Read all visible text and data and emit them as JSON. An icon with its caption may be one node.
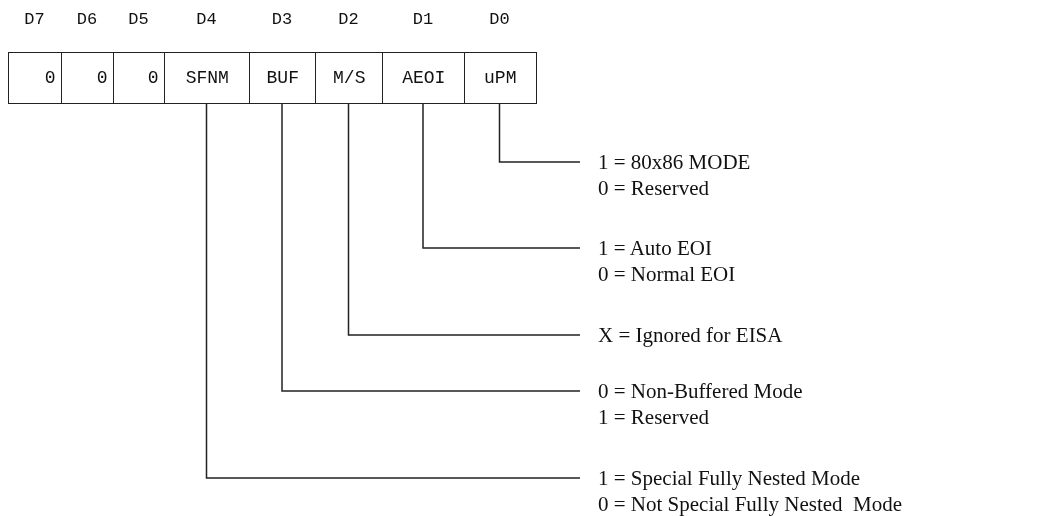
{
  "diagram": {
    "nodes": [
      {
        "text": [
          "0"
        ],
        "beside": [
          "D7"
        ]
      },
      {
        "text": [
          "0"
        ],
        "beside": [
          "D6"
        ]
      },
      {
        "text": [
          "0"
        ],
        "beside": [
          "D5"
        ]
      },
      {
        "text": [
          "SFNM"
        ],
        "beside": [
          "D4"
        ]
      },
      {
        "text": [
          "BUF"
        ],
        "beside": [
          "D3"
        ]
      },
      {
        "text": [
          "M/S"
        ],
        "beside": [
          "D2"
        ]
      },
      {
        "text": [
          "AEOI"
        ],
        "beside": [
          "D1"
        ]
      },
      {
        "text": [
          "uPM"
        ],
        "beside": [
          "D0"
        ]
      },
      {
        "text": [
          "1 = 80x86 MODE",
          "0 = Reserved"
        ]
      },
      {
        "text": [
          "1 = Auto EOI",
          "0 = Normal EOI"
        ]
      },
      {
        "text": [
          "X = Ignored for EISA"
        ]
      },
      {
        "text": [
          "0 = Non-Buffered Mode",
          "1 = Reserved"
        ]
      },
      {
        "text": [
          "1 = Special Fully Nested Mode",
          "0 = Not Special Fully Nested  Mode"
        ]
      }
    ],
    "edges": [
      {
        "from": 7,
        "to": 8,
        "arrow": "none"
      },
      {
        "from": 6,
        "to": 9,
        "arrow": "none"
      },
      {
        "from": 5,
        "to": 10,
        "arrow": "none"
      },
      {
        "from": 4,
        "to": 11,
        "arrow": "none"
      },
      {
        "from": 3,
        "to": 12,
        "arrow": "none"
      }
    ]
  }
}
